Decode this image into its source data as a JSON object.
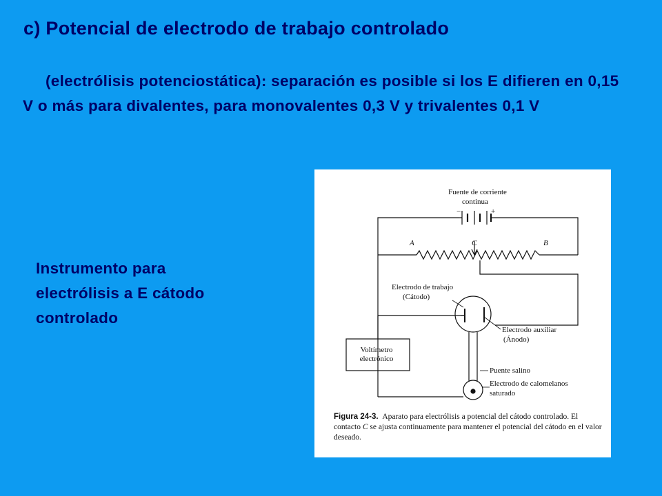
{
  "slide": {
    "title": "c) Potencial de electrodo de trabajo controlado",
    "body": "(electrólisis potenciostática): separación es posible si los E difieren en 0,15 V o más para divalentes, para monovalentes 0,3 V y trivalentes 0,1 V",
    "caption": "Instrumento para electrólisis a E cátodo controlado"
  },
  "figure": {
    "labels": {
      "source_line1": "Fuente de corriente",
      "source_line2": "continua",
      "minus": "−",
      "plus": "+",
      "point_a": "A",
      "point_c": "C",
      "point_b": "B",
      "work_electrode_line1": "Electrodo de trabajo",
      "work_electrode_line2": "(Cátodo)",
      "aux_electrode_line1": "Electrodo auxiliar",
      "aux_electrode_line2": "(Ánodo)",
      "voltmeter_line1": "Voltímetro",
      "voltmeter_line2": "electrónico",
      "salt_bridge": "Puente salino",
      "calomel_line1": "Electrodo de calomelanos",
      "calomel_line2": "saturado"
    },
    "caption_label": "Figura 24-3.",
    "caption_text_1": "Aparato para electrólisis a potencial del cátodo controlado. El contacto ",
    "caption_italic": "C",
    "caption_text_2": " se ajusta continuamente para mantener el potencial del cátodo en el valor deseado."
  }
}
